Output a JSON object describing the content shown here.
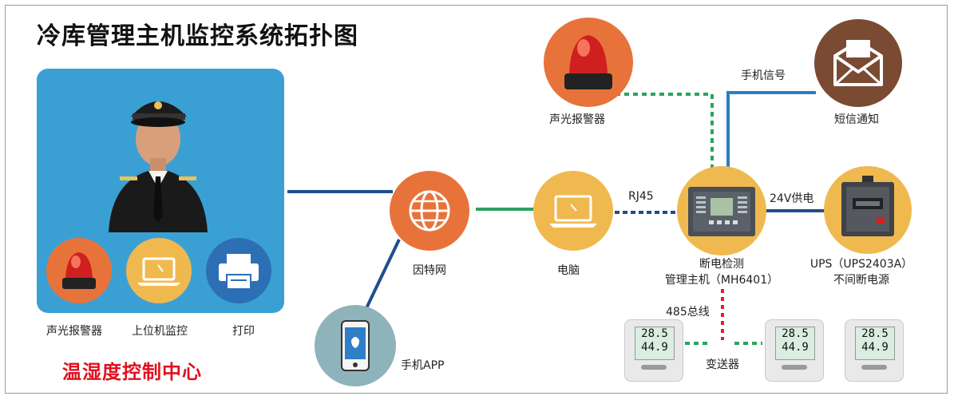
{
  "title": "冷库管理主机监控系统拓扑图",
  "center_caption": "温湿度控制中心",
  "panel_items": [
    "声光报警器",
    "上位机监控",
    "打印"
  ],
  "nodes": {
    "internet": "因特网",
    "mobile_app": "手机APP",
    "computer": "电脑",
    "alarm": "声光报警器",
    "host_line1": "断电检测",
    "host_line2": "管理主机（MH6401）",
    "ups_line1": "UPS（UPS2403A）",
    "ups_line2": "不间断电源",
    "sms": "短信通知",
    "transmitter": "变送器"
  },
  "links": {
    "rj45": "RJ45",
    "power": "24V供电",
    "phone_signal": "手机信号",
    "bus485": "485总线"
  },
  "sensor_readings": {
    "temp": "28.5",
    "humidity": "44.9"
  },
  "colors": {
    "orange": "#e8733a",
    "yellow": "#f0b94f",
    "blue_panel": "#3aa0d4",
    "navy_line": "#1f4e8c",
    "green_dash": "#2aa360",
    "red_dash": "#e01e2a",
    "sms_circle": "#7a4a33",
    "app_circle": "#8fb3ba",
    "accent_red": "#e0111e"
  }
}
